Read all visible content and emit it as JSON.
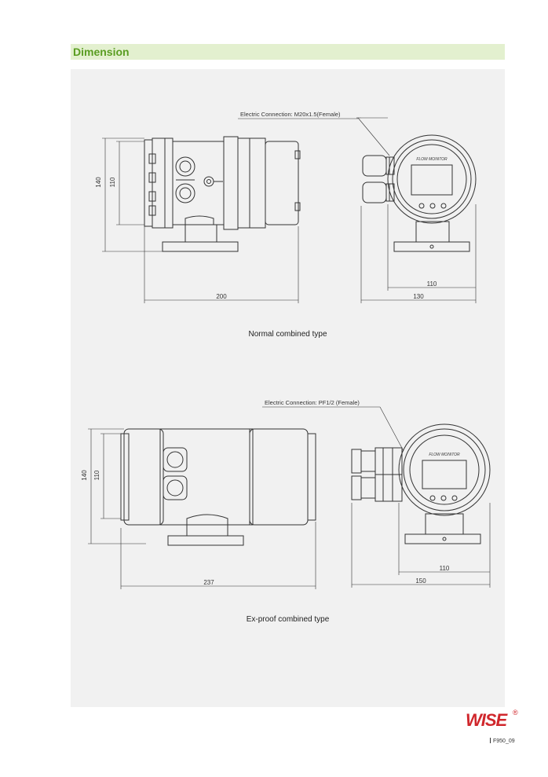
{
  "section": {
    "title": "Dimension"
  },
  "normal": {
    "caption": "Normal combined type",
    "electric_connection": "Electric Connection: M20x1.5(Female)",
    "dim_height_outer": "140",
    "dim_height_inner": "110",
    "dim_width_side": "200",
    "dim_width_front_inner": "110",
    "dim_width_front_outer": "130",
    "display_label": "FLOW MONITOR"
  },
  "exproof": {
    "caption": "Ex-proof combined type",
    "electric_connection": "Electric Connection: PF1/2 (Female)",
    "dim_height_outer": "140",
    "dim_height_inner": "110",
    "dim_width_side": "237",
    "dim_width_front_inner": "110",
    "dim_width_front_outer": "150",
    "display_label": "FLOW MONITOR"
  },
  "footer": {
    "brand": "WISE",
    "registered": "®",
    "page_code": "F950_09"
  },
  "colors": {
    "section_bar": "#e3f0cf",
    "section_title": "#5a9d22",
    "panel": "#f1f1f1",
    "brand": "#d0272c"
  }
}
